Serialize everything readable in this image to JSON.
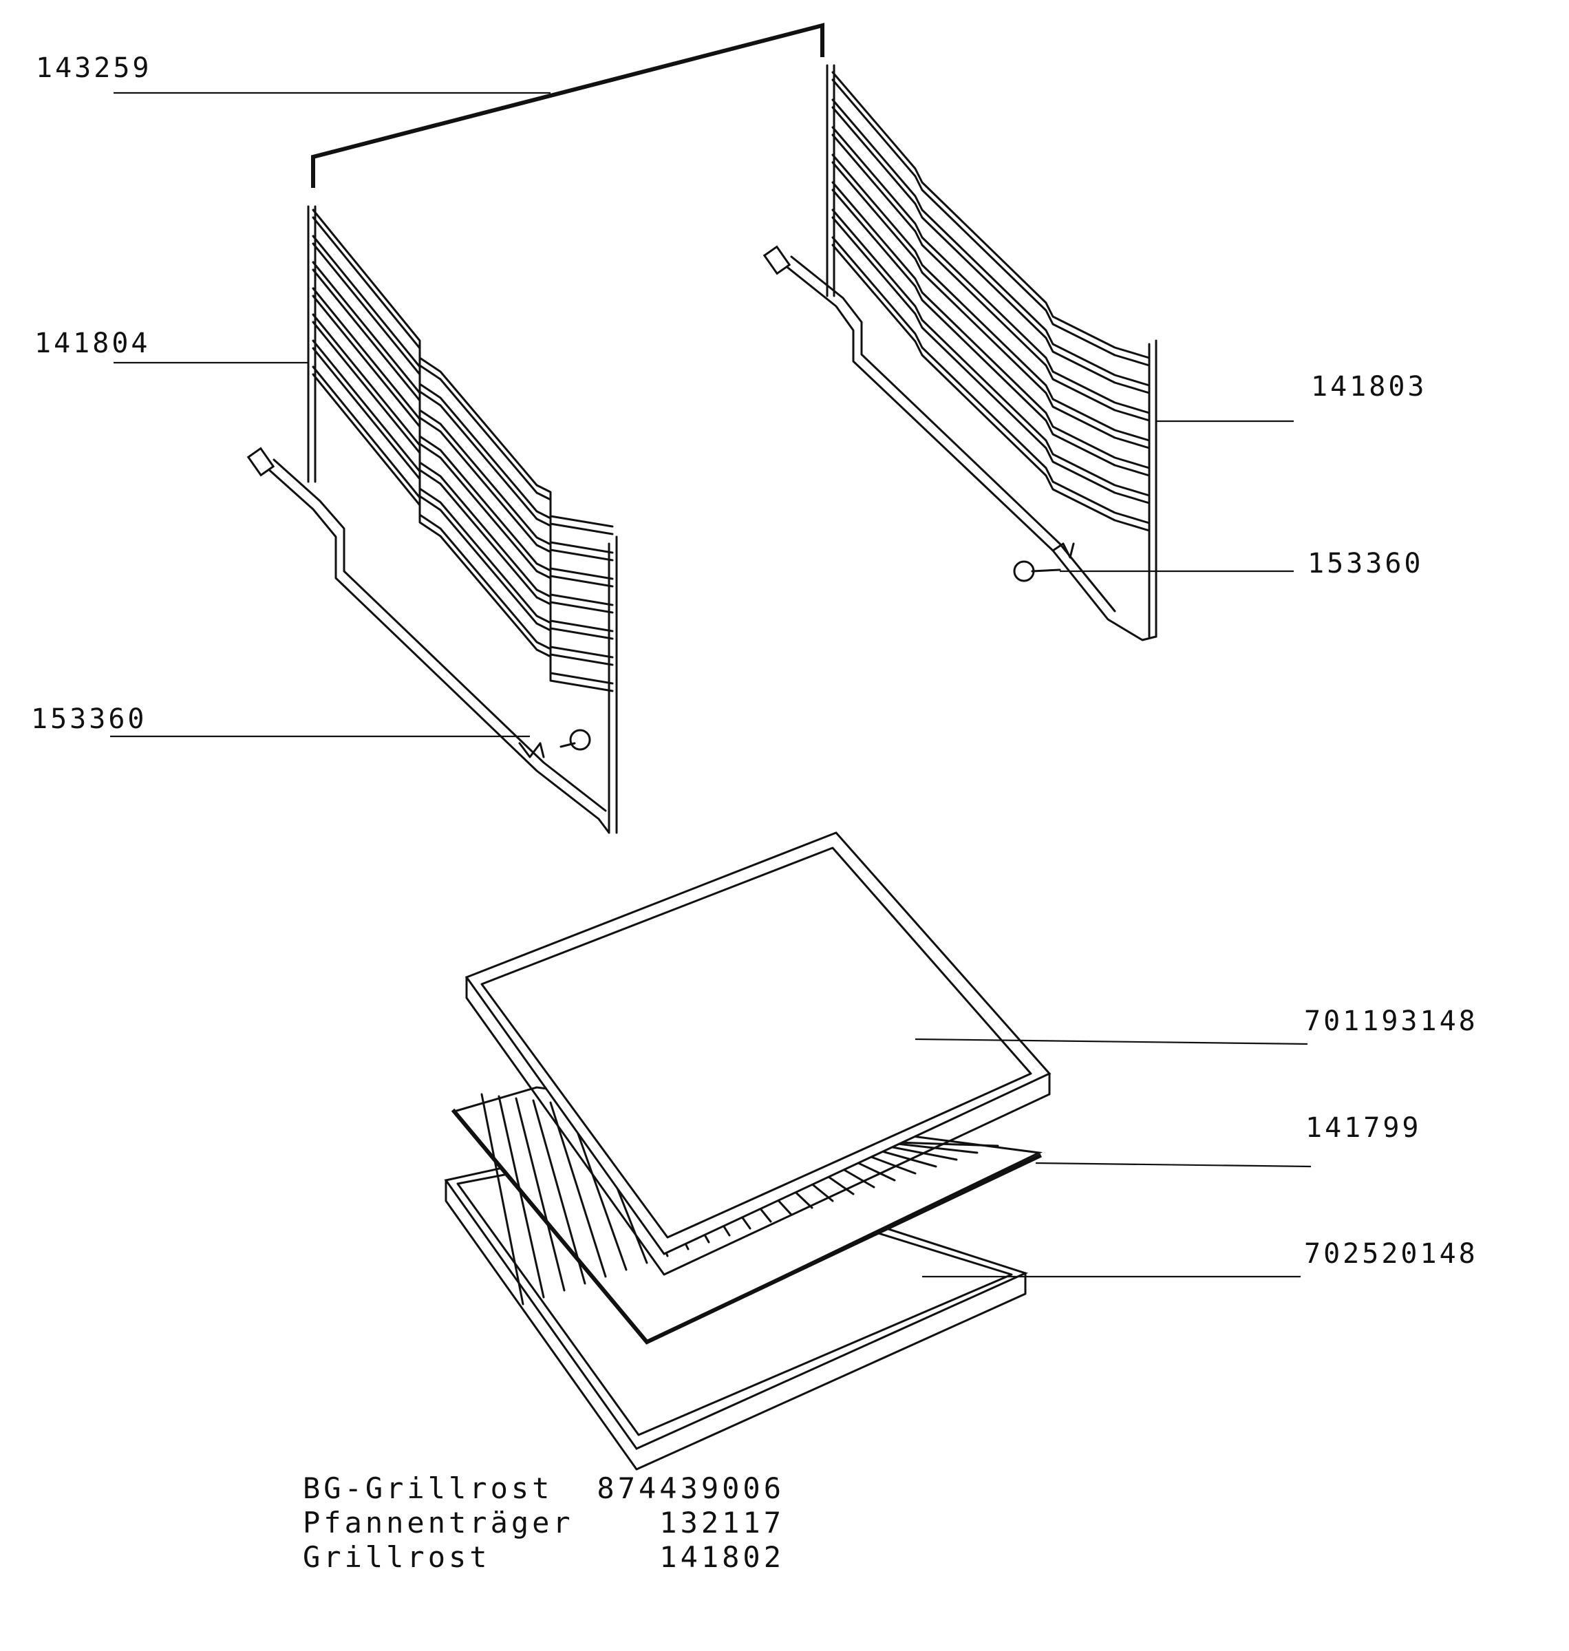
{
  "labels": {
    "l143259": "143259",
    "l141804": "141804",
    "l141803": "141803",
    "l153360_right": "153360",
    "l153360_left": "153360",
    "l701193148": "701193148",
    "l141799": "141799",
    "l702520148": "702520148"
  },
  "parts_list": [
    {
      "name": "BG-Grillrost",
      "number": "874439006"
    },
    {
      "name": "Pfannenträger",
      "number": "132117"
    },
    {
      "name": "Grillrost",
      "number": "141802"
    }
  ]
}
